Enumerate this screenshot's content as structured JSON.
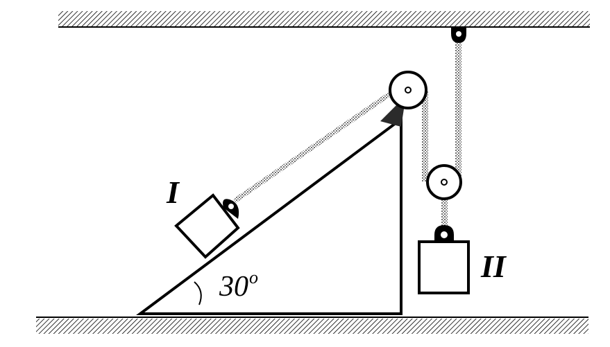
{
  "figure": {
    "block_labels": {
      "first": "I",
      "second": "II"
    },
    "angle_label": {
      "value": "30",
      "unit": "o"
    },
    "colors": {
      "ink": "#000000",
      "paper": "#ffffff",
      "rope_dots": "#7a7a7a"
    }
  }
}
